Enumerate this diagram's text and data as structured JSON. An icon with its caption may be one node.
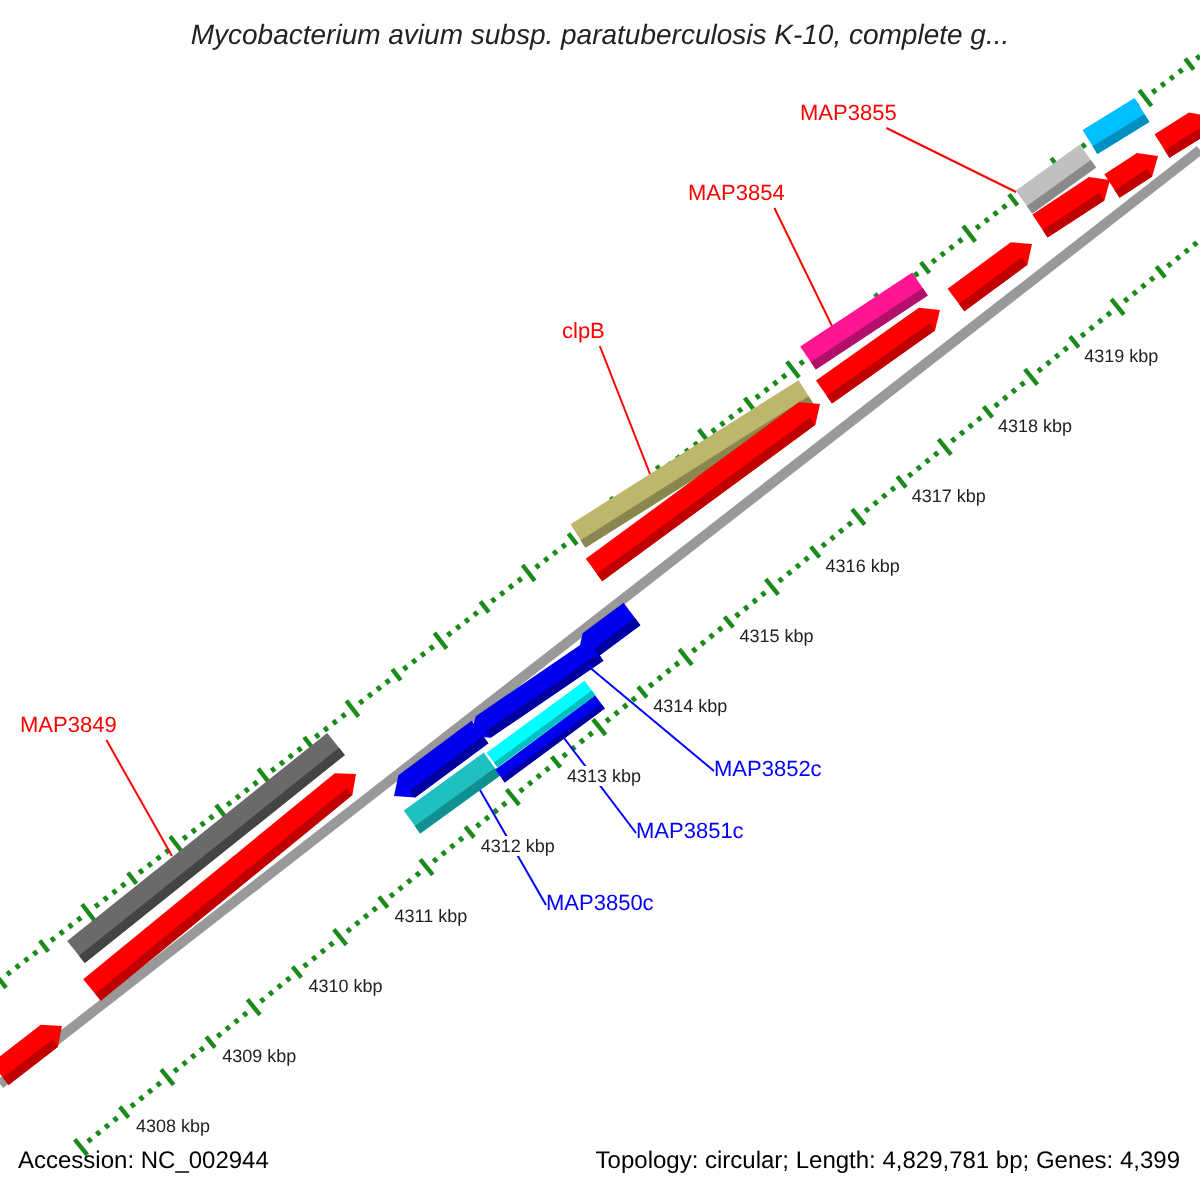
{
  "diagram": {
    "title": "Mycobacterium avium subsp. paratuberculosis K-10, complete g...",
    "nodes": [
      {
        "text": [
          "MAP3855"
        ]
      },
      {
        "text": [
          "MAP3854"
        ]
      },
      {
        "text": [
          "clpB"
        ]
      },
      {
        "text": [
          "MAP3849"
        ]
      },
      {
        "text": [
          "MAP3852c"
        ]
      },
      {
        "text": [
          "MAP3851c"
        ]
      },
      {
        "text": [
          "MAP3850c"
        ]
      },
      {
        "text": [],
        "shape": "bar"
      },
      {
        "text": [],
        "shape": "bar"
      },
      {
        "text": [],
        "shape": "bar"
      },
      {
        "text": [],
        "shape": "bar"
      },
      {
        "text": [],
        "shape": "bar"
      },
      {
        "text": [],
        "shape": "bar"
      },
      {
        "text": [],
        "shape": "bar"
      },
      {
        "text": [],
        "shape": "bar"
      },
      {
        "text": [],
        "shape": "bar"
      },
      {
        "text": [],
        "shape": "bar"
      },
      {
        "text": [],
        "shape": "bar"
      },
      {
        "text": [],
        "shape": "bar"
      },
      {
        "text": [],
        "shape": "bar"
      },
      {
        "text": [],
        "shape": "bar"
      },
      {
        "text": [],
        "shape": "bar"
      },
      {
        "text": [],
        "shape": "bar"
      },
      {
        "text": [],
        "shape": "bar"
      },
      {
        "text": [],
        "shape": "bar"
      },
      {
        "text": [],
        "shape": "bar"
      }
    ],
    "edges": [
      {
        "from": 0,
        "to": 21,
        "arrow": "none"
      },
      {
        "from": 1,
        "to": 18,
        "arrow": "none"
      },
      {
        "from": 2,
        "to": 15,
        "arrow": "none"
      },
      {
        "from": 3,
        "to": 8,
        "arrow": "none"
      },
      {
        "from": 4,
        "to": 12,
        "arrow": "none",
        "color": "#0000ff"
      },
      {
        "from": 5,
        "to": 14,
        "arrow": "none",
        "color": "#0000ff"
      },
      {
        "from": 6,
        "to": 11,
        "arrow": "none",
        "color": "#0000ff"
      }
    ],
    "labels": [
      "4319 kbp",
      "4318 kbp",
      "4317 kbp",
      "4316 kbp",
      "4315 kbp",
      "4314 kbp",
      "4313 kbp",
      "4312 kbp",
      "4311 kbp",
      "4310 kbp",
      "4309 kbp",
      "4308 kbp",
      "Accession: NC_002944",
      "Topology: circular; Length: 4,829,781 bp; Genes: 4,399"
    ]
  }
}
